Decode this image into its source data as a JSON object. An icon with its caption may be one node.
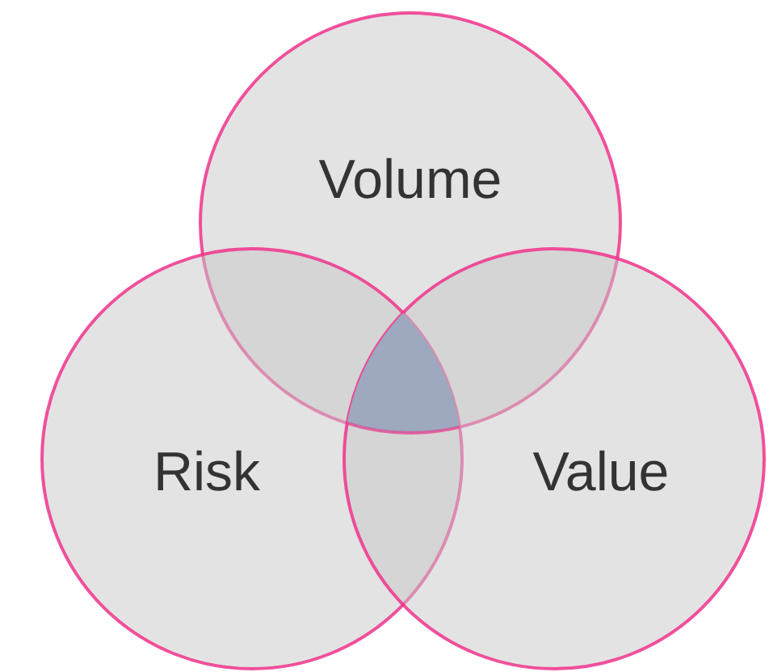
{
  "diagram": {
    "nodes": [
      {
        "text": [
          "Volume"
        ]
      },
      {
        "text": [
          "Risk"
        ]
      },
      {
        "text": [
          "Value"
        ]
      },
      {
        "text": [],
        "shape": "triangle"
      }
    ]
  }
}
